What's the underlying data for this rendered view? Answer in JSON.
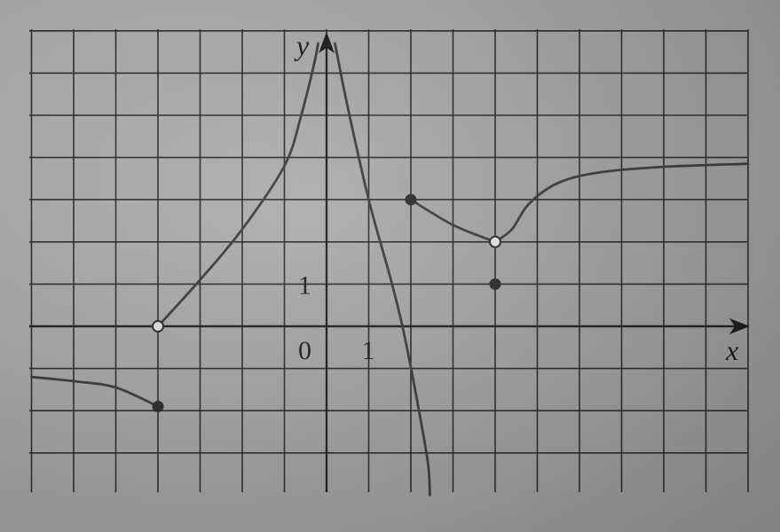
{
  "chart_data": {
    "type": "line",
    "xlabel": "x",
    "ylabel": "y",
    "origin_label": "0",
    "x_tick_label": "1",
    "y_tick_label": "1",
    "xlim": [
      -7,
      10
    ],
    "ylim": [
      -4,
      7
    ],
    "grid": true,
    "asymptote_x": 0,
    "series": [
      {
        "points": [
          [
            -7,
            -1.2
          ],
          [
            -6,
            -1.3
          ],
          [
            -5,
            -1.45
          ],
          [
            -4,
            -1.9
          ]
        ]
      },
      {
        "points": [
          [
            -4,
            0
          ],
          [
            -3,
            1.1
          ],
          [
            -2,
            2.3
          ],
          [
            -1,
            3.8
          ],
          [
            -0.6,
            5.0
          ],
          [
            -0.3,
            6.2
          ],
          [
            -0.2,
            6.7
          ]
        ]
      },
      {
        "points": [
          [
            0.2,
            6.7
          ],
          [
            0.5,
            5.2
          ],
          [
            1,
            3.0
          ],
          [
            1.5,
            1.2
          ],
          [
            1.8,
            0
          ],
          [
            2.1,
            -1.5
          ],
          [
            2.4,
            -3.2
          ],
          [
            2.45,
            -4
          ]
        ]
      },
      {
        "points": [
          [
            2,
            3
          ],
          [
            3,
            2.4
          ],
          [
            4,
            2
          ]
        ]
      },
      {
        "points": [
          [
            4,
            2
          ],
          [
            4.4,
            2.3
          ],
          [
            4.8,
            2.9
          ],
          [
            5.5,
            3.4
          ],
          [
            6.5,
            3.65
          ],
          [
            8,
            3.78
          ],
          [
            10,
            3.85
          ]
        ]
      }
    ],
    "closed_points": [
      [
        -4,
        -1.9
      ],
      [
        2,
        3
      ],
      [
        4,
        1
      ]
    ],
    "open_points": [
      [
        -4,
        0
      ],
      [
        4,
        2
      ]
    ]
  }
}
